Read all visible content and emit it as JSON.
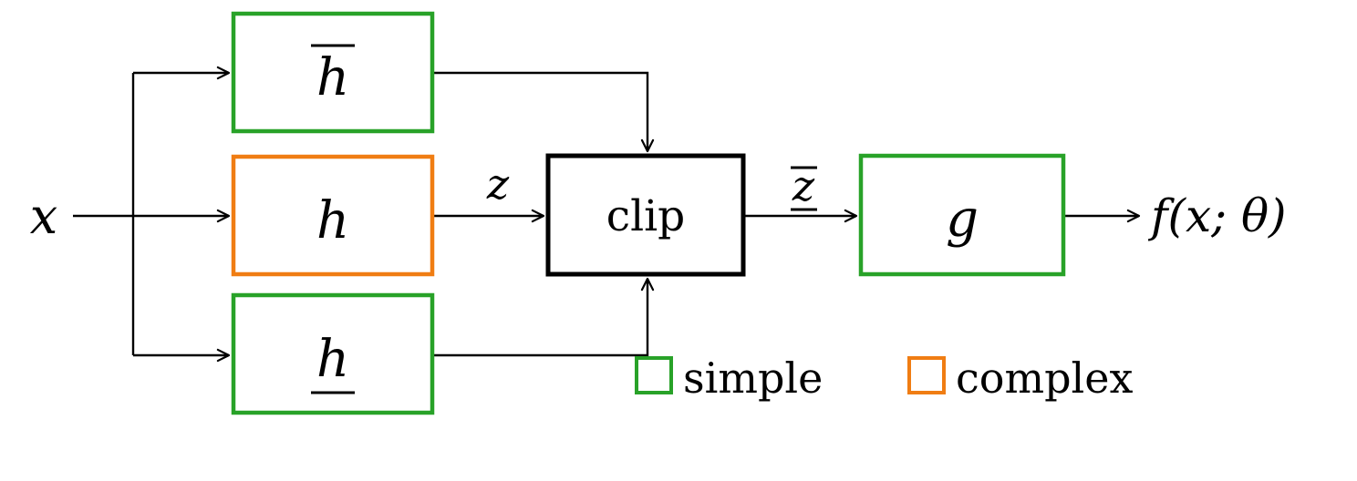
{
  "diagram": {
    "input": {
      "label": "x"
    },
    "output": {
      "label": "f(x; θ)"
    },
    "nodes": {
      "h_top": {
        "label": "h",
        "decoration": "overline",
        "style": "simple"
      },
      "h_mid": {
        "label": "h",
        "decoration": "none",
        "style": "complex"
      },
      "h_bottom": {
        "label": "h",
        "decoration": "underline",
        "style": "simple"
      },
      "clip": {
        "label": "clip",
        "decoration": "none",
        "style": "plain"
      },
      "g": {
        "label": "g",
        "decoration": "none",
        "style": "simple"
      }
    },
    "edge_labels": {
      "z": {
        "label": "z",
        "decoration": "none"
      },
      "z_clipped": {
        "label": "z",
        "decoration": "overline-underline"
      }
    },
    "legend": {
      "simple": {
        "label": "simple"
      },
      "complex": {
        "label": "complex"
      }
    },
    "colors": {
      "simple": "#28a228",
      "complex": "#f07d13",
      "plain": "#000000"
    }
  }
}
